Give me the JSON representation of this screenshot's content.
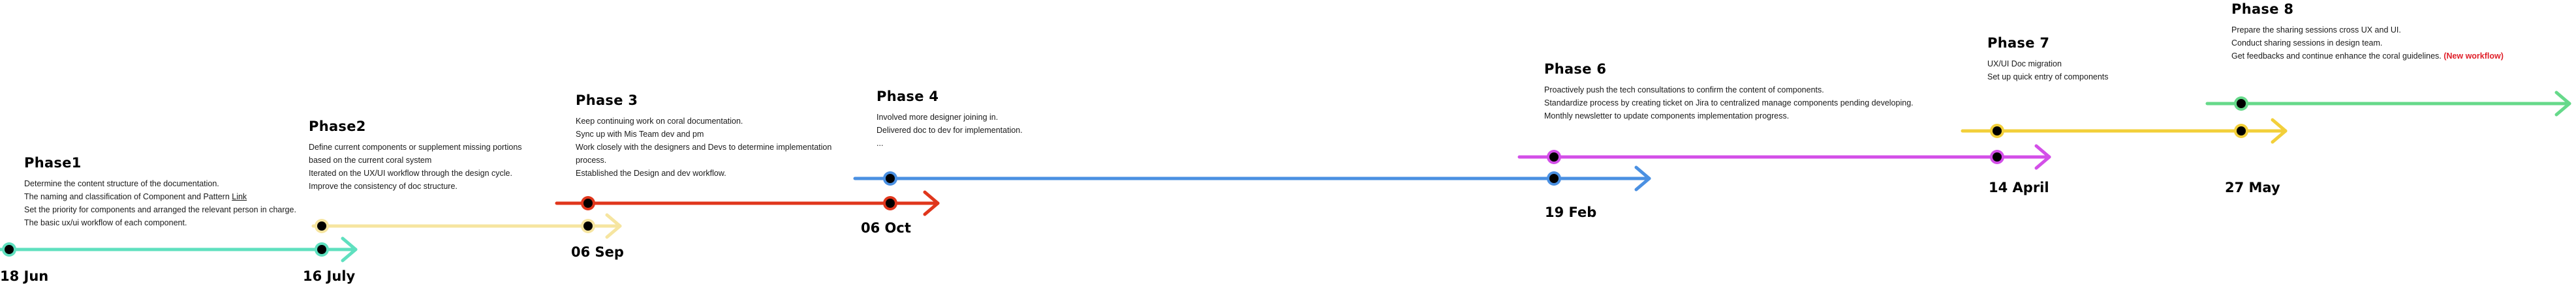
{
  "colors": {
    "teal": "#5fe0bf",
    "pale_yellow": "#f6e5a0",
    "red": "#e0361c",
    "blue": "#4a90e2",
    "magenta": "#d34fe8",
    "yellow": "#f2cf3a",
    "green": "#66d98a"
  },
  "phases": [
    {
      "title": "Phase1",
      "lines": [
        "Determine the content structure of the documentation.",
        "The naming and classification of Component and Pattern ",
        "Set the priority for components and arranged the relevant person in charge.",
        "The basic ux/ui workflow of each component."
      ],
      "link_text": "Link"
    },
    {
      "title": "Phase2",
      "lines": [
        "Define current components or supplement missing portions",
        "based on the current coral system",
        "Iterated on the UX/UI workflow through the design cycle.",
        "Improve the consistency of doc structure."
      ]
    },
    {
      "title": "Phase 3",
      "lines": [
        "Keep continuing work on coral documentation.",
        "Sync up with Mis Team dev and pm",
        "Work closely with the designers and Devs to determine implementation",
        "process.",
        "Established the Design and dev workflow."
      ]
    },
    {
      "title": "Phase 4",
      "lines": [
        "Involved more designer joining in.",
        "Delivered doc to dev for implementation.",
        "..."
      ]
    },
    {
      "title": "Phase 6",
      "lines": [
        "Proactively push the tech consultations to confirm the content of components.",
        "Standardize process by creating ticket on Jira to centralized manage components pending developing.",
        "Monthly newsletter to update components implementation progress."
      ]
    },
    {
      "title": "Phase 7",
      "lines": [
        "UX/UI Doc migration",
        "Set up quick entry of components"
      ]
    },
    {
      "title": "Phase 8",
      "lines": [
        "Prepare the sharing sessions cross UX and UI.",
        "Conduct sharing sessions in design team.",
        "Get feedbacks and continue enhance the coral guidelines. "
      ],
      "highlight": "(New workflow)"
    }
  ],
  "dates": [
    "18 Jun",
    "16 July",
    "06 Sep",
    "06 Oct",
    "19 Feb",
    "14 April",
    "27 May"
  ]
}
